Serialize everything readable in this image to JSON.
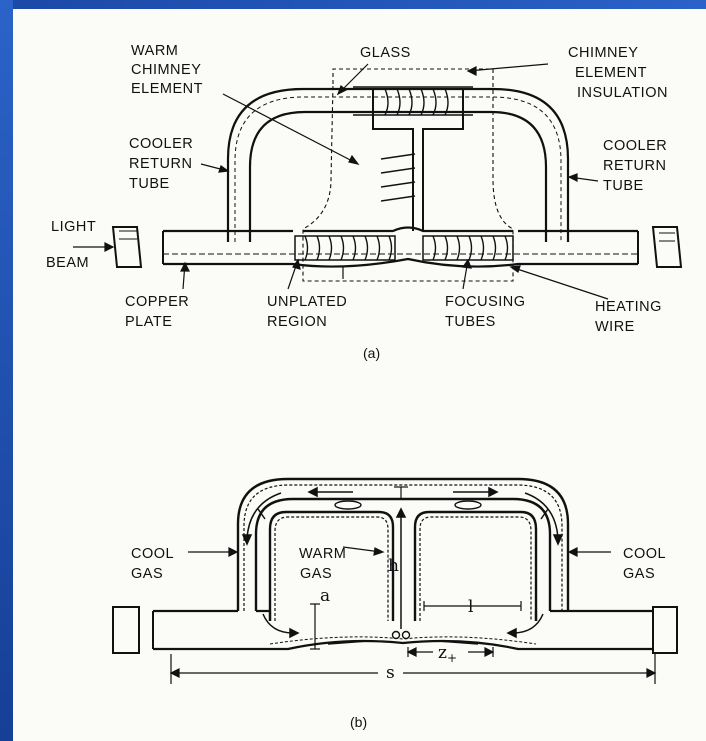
{
  "figure_a": {
    "labels": {
      "warm_chimney_element": [
        "WARM",
        "CHIMNEY",
        "ELEMENT"
      ],
      "glass": "GLASS",
      "chimney_element_insulation": [
        "CHIMNEY",
        "ELEMENT",
        "INSULATION"
      ],
      "cooler_return_tube_left": [
        "COOLER",
        "RETURN",
        "TUBE"
      ],
      "cooler_return_tube_right": [
        "COOLER",
        "RETURN",
        "TUBE"
      ],
      "light_beam": [
        "LIGHT",
        "BEAM"
      ],
      "copper_plate": [
        "COPPER",
        "PLATE"
      ],
      "unplated_region": [
        "UNPLATED",
        "REGION"
      ],
      "focusing_tubes": [
        "FOCUSING",
        "TUBES"
      ],
      "heating_wire": [
        "HEATING",
        "WIRE"
      ]
    },
    "caption": "(a)"
  },
  "figure_b": {
    "labels": {
      "cool_gas_left": [
        "COOL",
        "GAS"
      ],
      "warm_gas": [
        "WARM",
        "GAS"
      ],
      "cool_gas_right": [
        "COOL",
        "GAS"
      ],
      "h": "h",
      "a": "a",
      "l": "l",
      "z_plus": "z",
      "z_plus_sub": "+",
      "s": "s"
    },
    "caption": "(b)"
  },
  "colors": {
    "frame": "#1f4fb0",
    "paper": "#fbfbf8",
    "ink": "#111111"
  }
}
